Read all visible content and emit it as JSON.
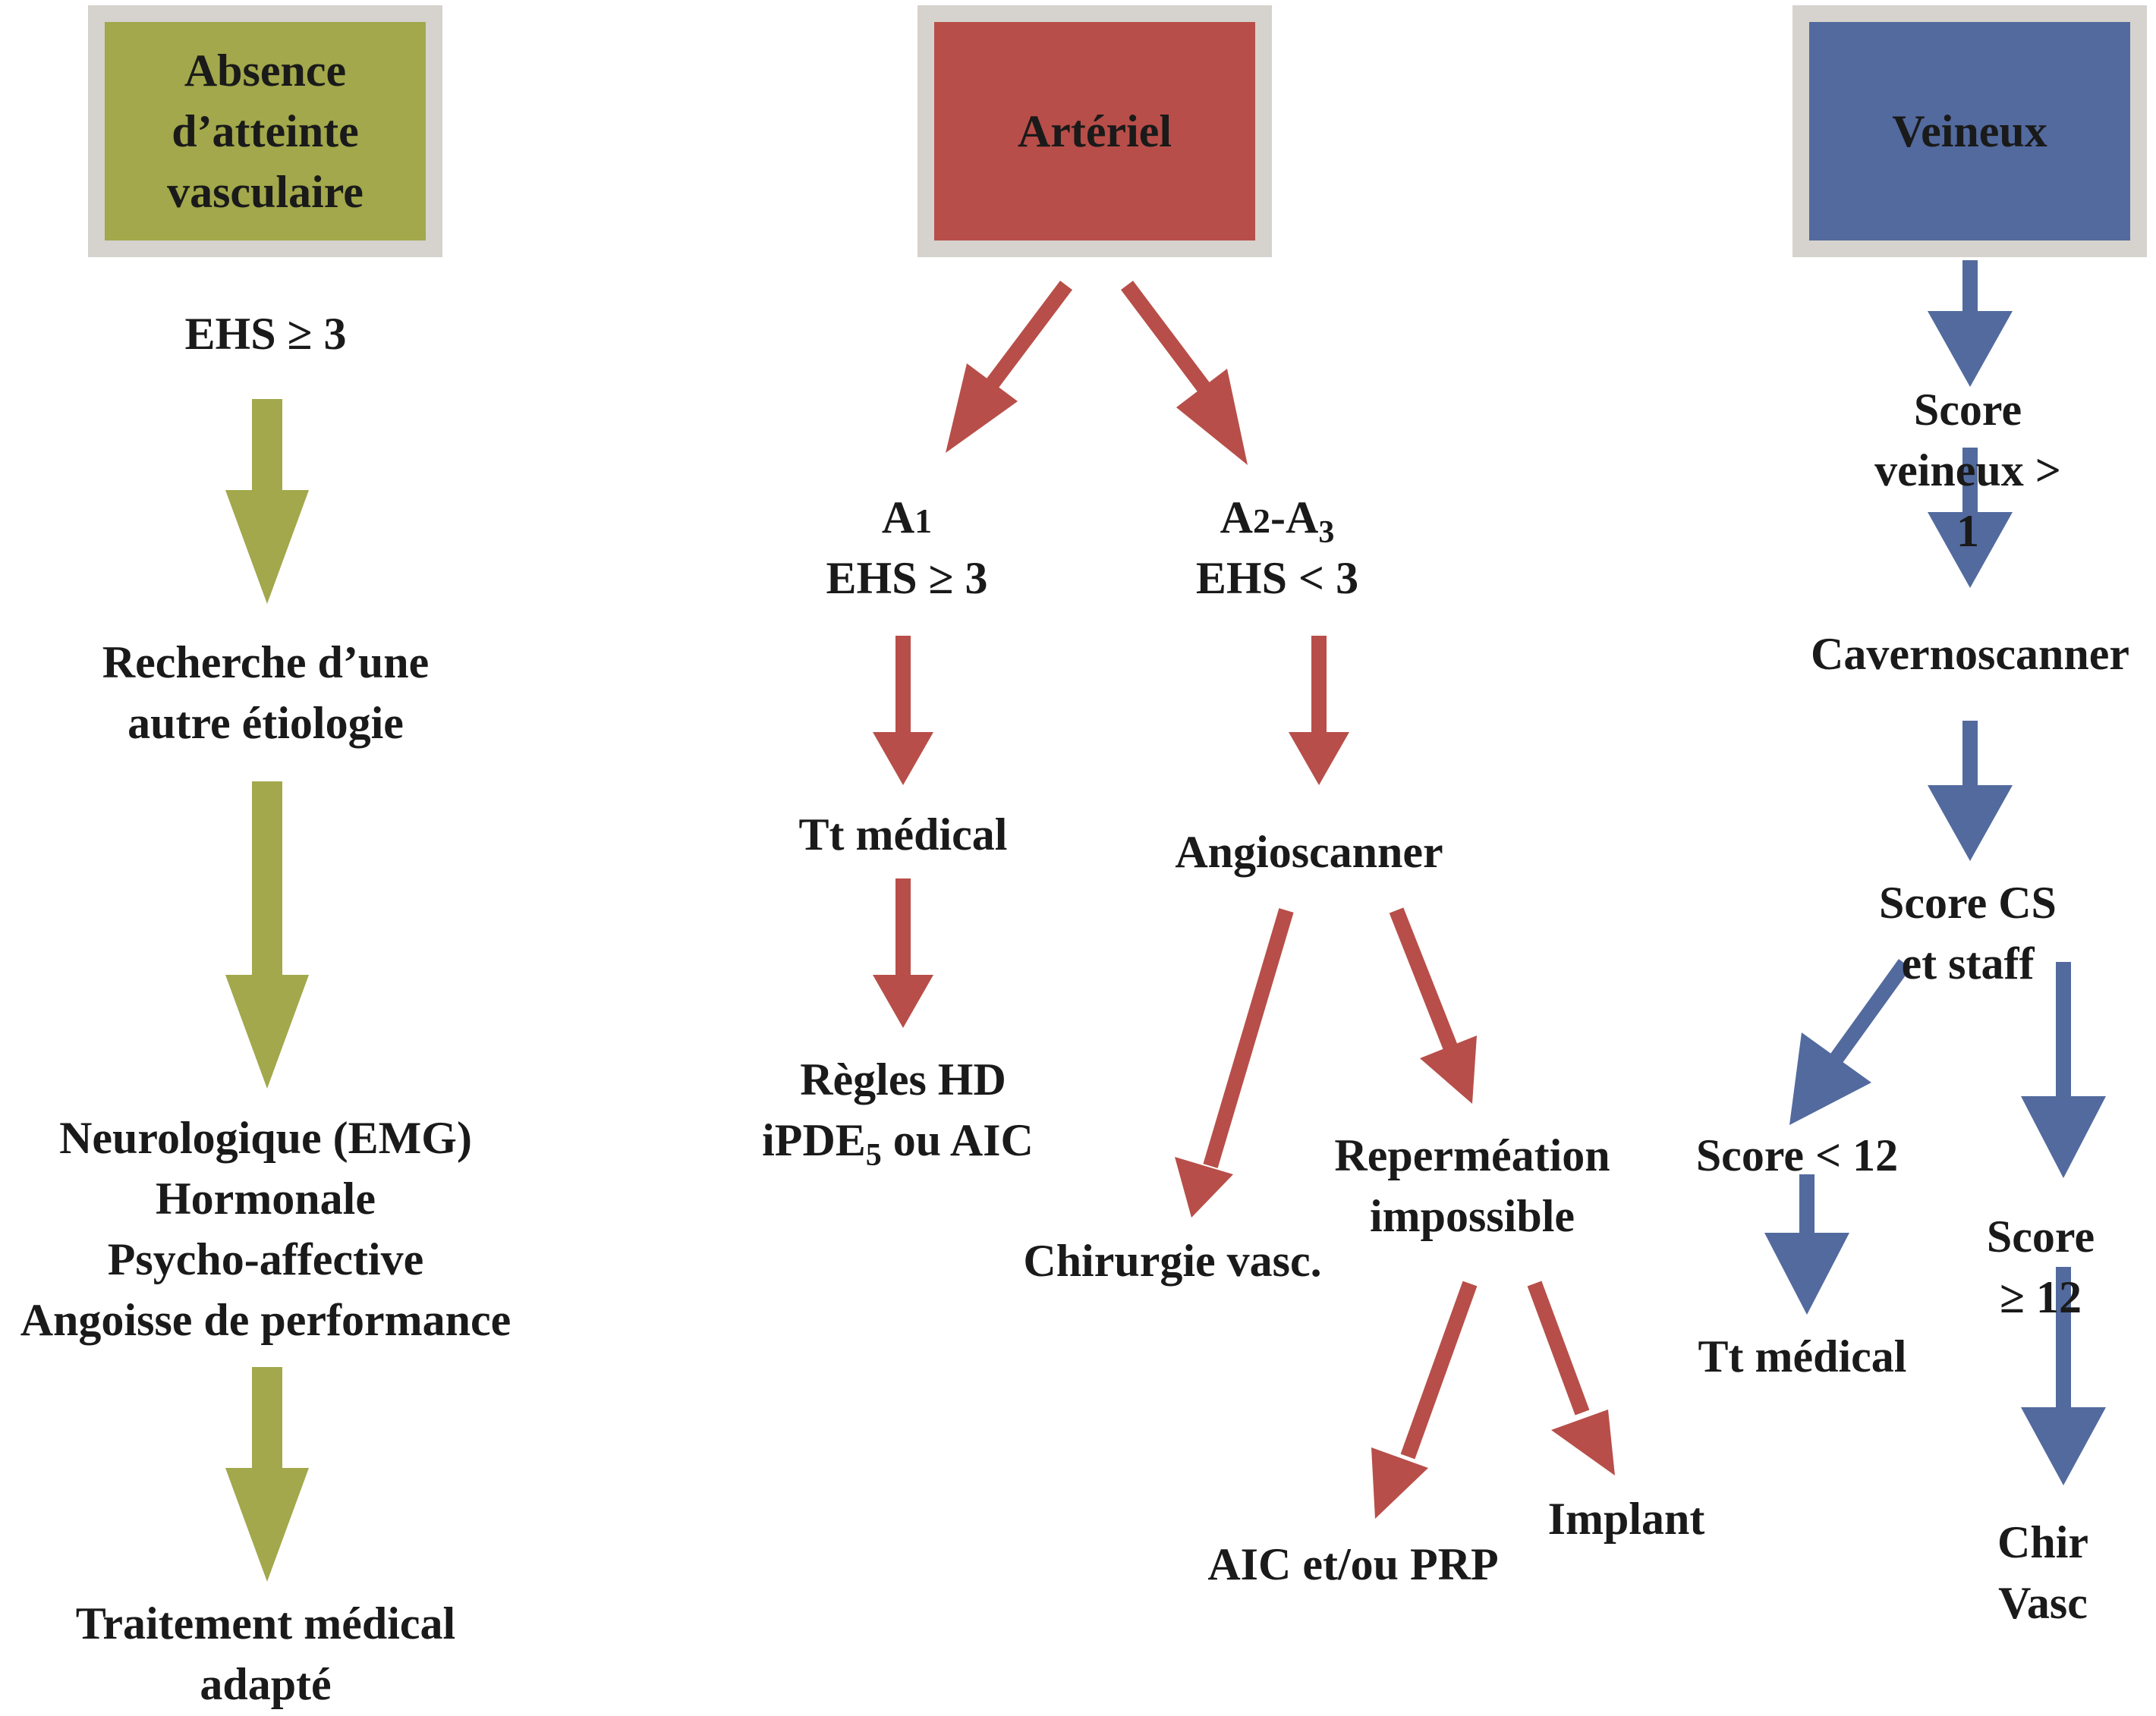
{
  "colors": {
    "green": "#a2a84b",
    "red": "#b84e49",
    "blue": "#526a9e",
    "box_border": "#d6d2cd",
    "text": "#1a1a1a"
  },
  "headers": {
    "absence": "Absence\nd’atteinte\nvasculaire",
    "arteriel": "Artériel",
    "veineux": "Veineux"
  },
  "left": {
    "ehs": "EHS ≥ 3",
    "recherche": "Recherche d’une\nautre étiologie",
    "etiologies": "Neurologique (EMG)\nHormonale\nPsycho-affective\nAngoisse de performance",
    "traitement": "Traitement médical\nadapté"
  },
  "arterial": {
    "a1_name": "A",
    "a1_index": "1",
    "a1_ehs": "EHS ≥ 3",
    "a23_name_a": "A",
    "a23_index_a": "2",
    "a23_dash": "-A",
    "a23_index_b": "3",
    "a23_ehs": "EHS < 3",
    "tt_medical": "Tt médical",
    "regles_hd": "Règles HD",
    "ipde": "iPDE",
    "ipde_index": "5",
    "ipde_rest": " ou AIC",
    "angioscanner": "Angioscanner",
    "chirurgie": "Chirurgie vasc.",
    "repermeation": "Reperméation\nimpossible",
    "aic_prp": "AIC et/ou PRP",
    "implant": "Implant"
  },
  "venous": {
    "score_veineux": "Score veineux > 1",
    "cavernoscanner": "Cavernoscanner",
    "score_cs": "Score CS et staff",
    "score_lt": "Score < 12",
    "score_ge": "Score ≥ 12",
    "tt_medical": "Tt médical",
    "chir_vasc": "Chir Vasc"
  }
}
